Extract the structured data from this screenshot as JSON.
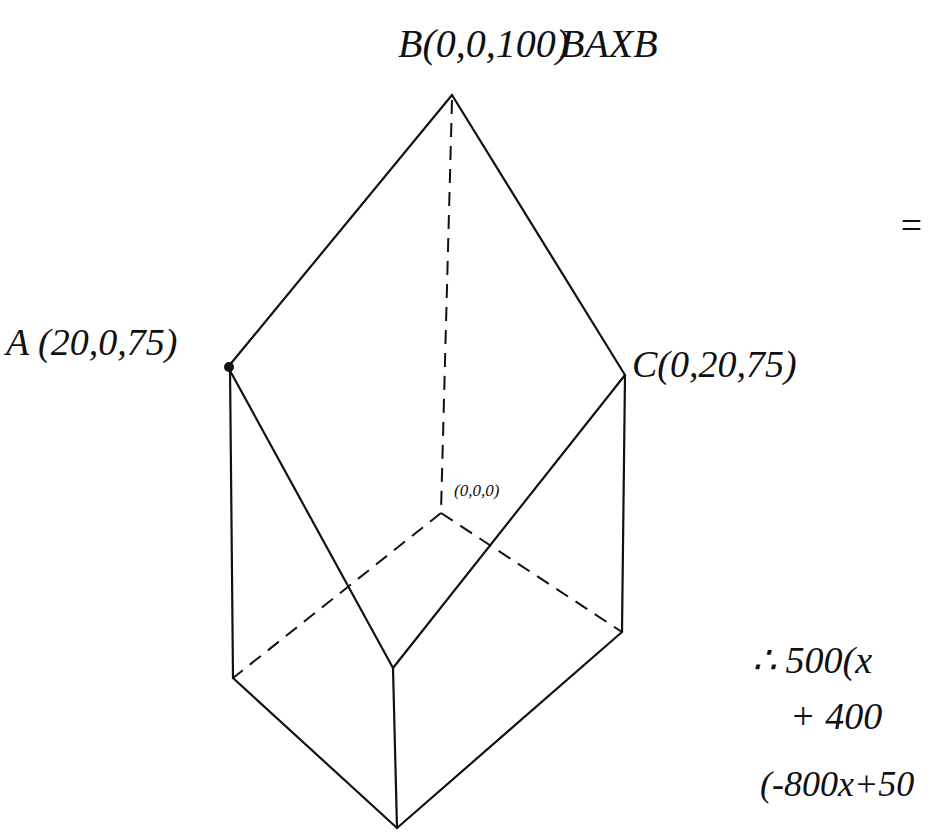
{
  "diagram": {
    "labels": [
      "B(0,0,100)",
      "BAXB",
      "A (20,0,75)",
      "C(0,20,75)",
      "(0,0,0)",
      "=",
      "∴ 500(x",
      "+ 400",
      "(-800x+50"
    ]
  }
}
